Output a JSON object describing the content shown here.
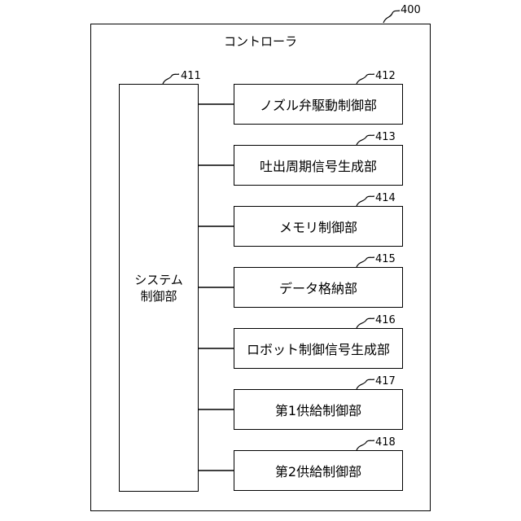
{
  "controller": {
    "ref": "400",
    "title": "コントローラ"
  },
  "system": {
    "ref": "411",
    "line1": "システム",
    "line2": "制御部"
  },
  "units": [
    {
      "ref": "412",
      "label": "ノズル弁駆動制御部"
    },
    {
      "ref": "413",
      "label": "吐出周期信号生成部"
    },
    {
      "ref": "414",
      "label": "メモリ制御部"
    },
    {
      "ref": "415",
      "label": "データ格納部"
    },
    {
      "ref": "416",
      "label": "ロボット制御信号生成部"
    },
    {
      "ref": "417",
      "label": "第1供給制御部"
    },
    {
      "ref": "418",
      "label": "第2供給制御部"
    }
  ]
}
